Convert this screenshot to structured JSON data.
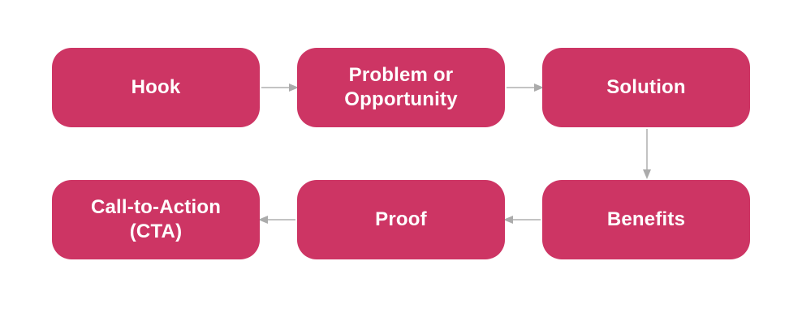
{
  "diagram": {
    "name": "sales-pitch-flowchart",
    "colors": {
      "node_fill": "#cd3564",
      "node_text": "#ffffff",
      "arrow_line": "#c3c3c3",
      "arrow_head": "#ababab",
      "background": "#ffffff"
    },
    "nodes": [
      {
        "id": "hook",
        "label": "Hook"
      },
      {
        "id": "problem-or-opportunity",
        "label": "Problem or Opportunity"
      },
      {
        "id": "solution",
        "label": "Solution"
      },
      {
        "id": "benefits",
        "label": "Benefits"
      },
      {
        "id": "proof",
        "label": "Proof"
      },
      {
        "id": "call-to-action",
        "label": "Call-to-Action (CTA)"
      }
    ],
    "edges": [
      {
        "from": "hook",
        "to": "problem-or-opportunity",
        "direction": "right"
      },
      {
        "from": "problem-or-opportunity",
        "to": "solution",
        "direction": "right"
      },
      {
        "from": "solution",
        "to": "benefits",
        "direction": "down"
      },
      {
        "from": "benefits",
        "to": "proof",
        "direction": "left"
      },
      {
        "from": "proof",
        "to": "call-to-action",
        "direction": "left"
      }
    ]
  }
}
